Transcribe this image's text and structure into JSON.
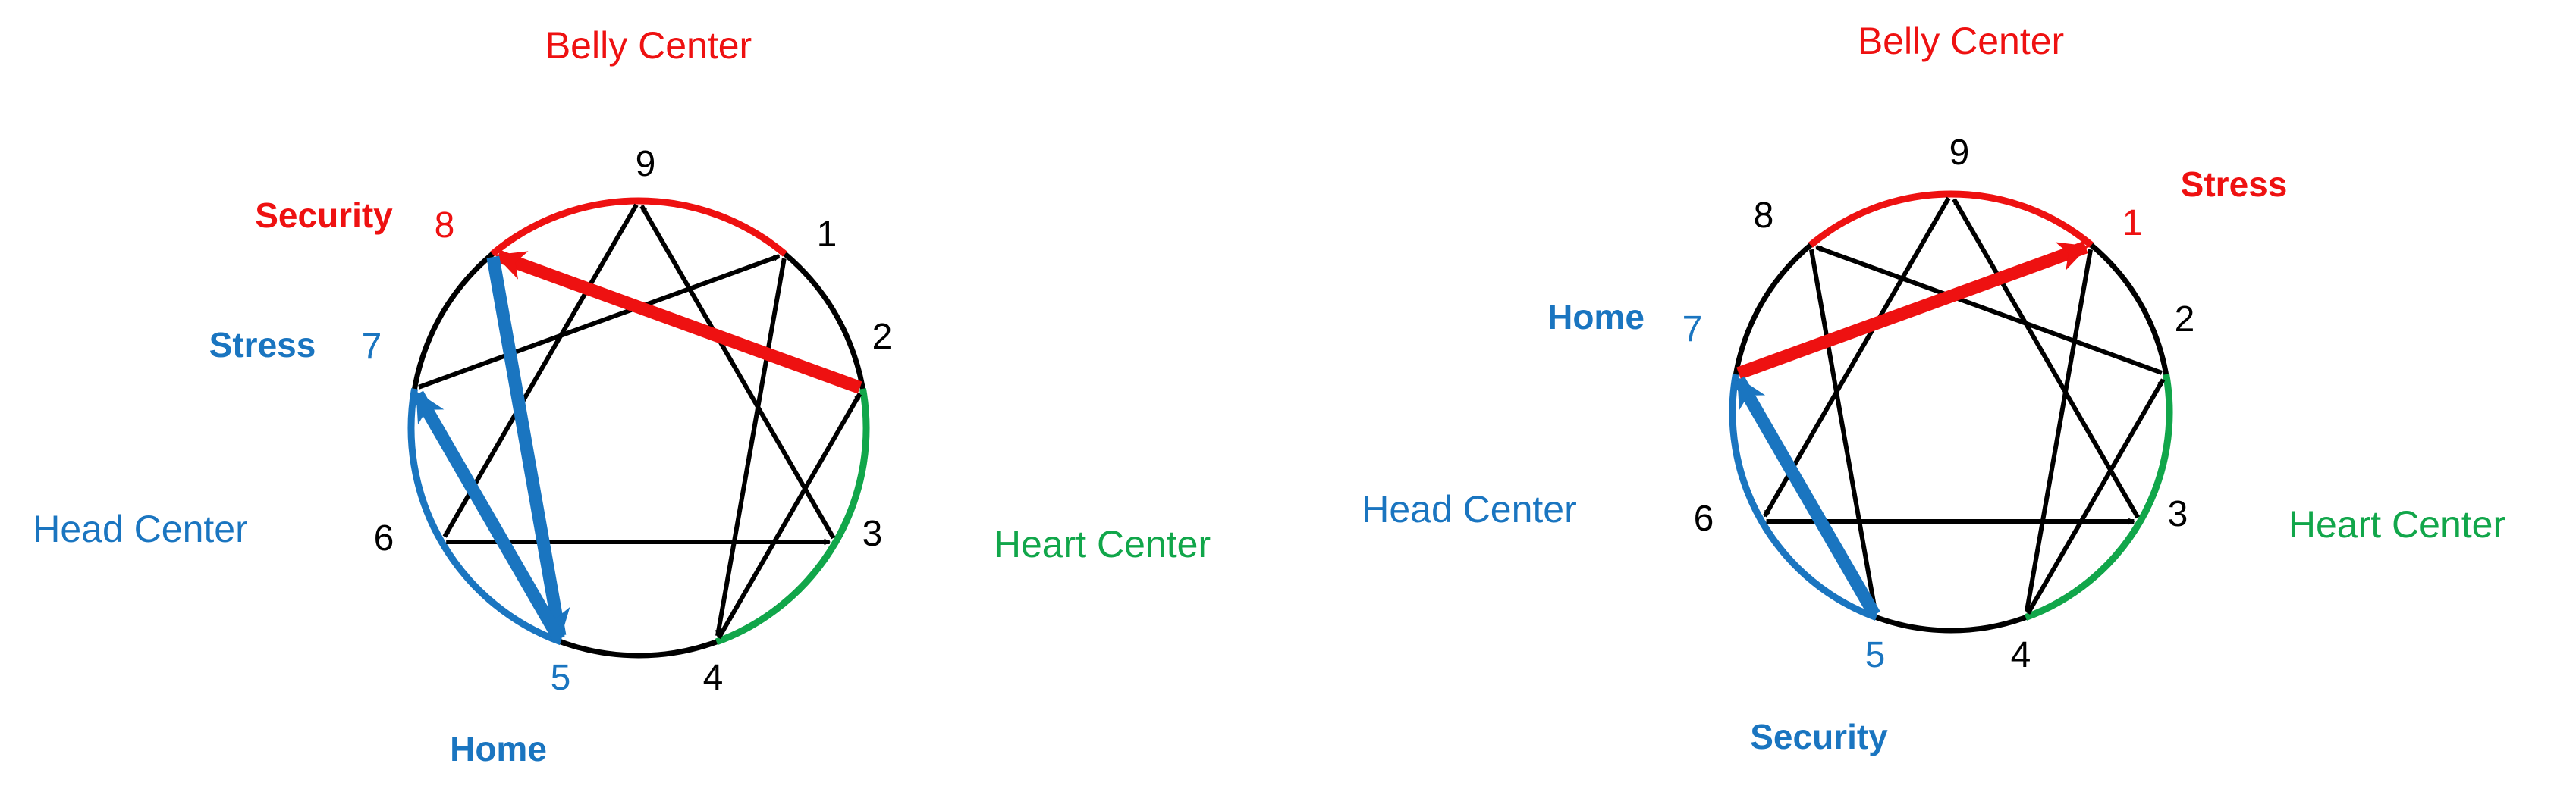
{
  "colors": {
    "belly": "#ee1111",
    "head": "#1a75c0",
    "heart": "#11a64a",
    "line": "#000000"
  },
  "diagrams": [
    {
      "id": "left",
      "center_labels": {
        "belly": "Belly Center",
        "head": "Head Center",
        "heart": "Heart Center"
      },
      "points": [
        {
          "n": "9",
          "angle": 0
        },
        {
          "n": "1",
          "angle": 40
        },
        {
          "n": "2",
          "angle": 80
        },
        {
          "n": "3",
          "angle": 120
        },
        {
          "n": "4",
          "angle": 160
        },
        {
          "n": "5",
          "angle": 200
        },
        {
          "n": "6",
          "angle": 240
        },
        {
          "n": "7",
          "angle": 280
        },
        {
          "n": "8",
          "angle": 320
        }
      ],
      "highlight_points": {
        "8": "belly",
        "7": "head",
        "5": "head"
      },
      "roles": [
        {
          "key": "security",
          "label": "Security",
          "color": "belly"
        },
        {
          "key": "stress",
          "label": "Stress",
          "color": "head"
        },
        {
          "key": "home",
          "label": "Home",
          "color": "head"
        }
      ],
      "thick_arrows": [
        {
          "from": "2",
          "to": "8",
          "color": "belly"
        },
        {
          "from": "8",
          "to": "5",
          "color": "head"
        },
        {
          "from": "5",
          "to": "7",
          "color": "head"
        }
      ]
    },
    {
      "id": "right",
      "center_labels": {
        "belly": "Belly Center",
        "head": "Head Center",
        "heart": "Heart Center"
      },
      "points": [
        {
          "n": "9",
          "angle": 0
        },
        {
          "n": "1",
          "angle": 40
        },
        {
          "n": "2",
          "angle": 80
        },
        {
          "n": "3",
          "angle": 120
        },
        {
          "n": "4",
          "angle": 160
        },
        {
          "n": "5",
          "angle": 200
        },
        {
          "n": "6",
          "angle": 240
        },
        {
          "n": "7",
          "angle": 280
        },
        {
          "n": "8",
          "angle": 320
        }
      ],
      "highlight_points": {
        "1": "belly",
        "7": "head",
        "5": "head"
      },
      "roles": [
        {
          "key": "stress",
          "label": "Stress",
          "color": "belly"
        },
        {
          "key": "home",
          "label": "Home",
          "color": "head"
        },
        {
          "key": "security",
          "label": "Security",
          "color": "head"
        }
      ],
      "thick_arrows": [
        {
          "from": "7",
          "to": "1",
          "color": "belly"
        },
        {
          "from": "5",
          "to": "7",
          "color": "head"
        }
      ]
    }
  ],
  "thin_arrows": [
    {
      "from": "9",
      "to": "6"
    },
    {
      "from": "6",
      "to": "3"
    },
    {
      "from": "3",
      "to": "9"
    },
    {
      "from": "1",
      "to": "4"
    },
    {
      "from": "4",
      "to": "2"
    },
    {
      "from": "2",
      "to": "8"
    },
    {
      "from": "8",
      "to": "5"
    },
    {
      "from": "5",
      "to": "7"
    },
    {
      "from": "7",
      "to": "1"
    }
  ]
}
